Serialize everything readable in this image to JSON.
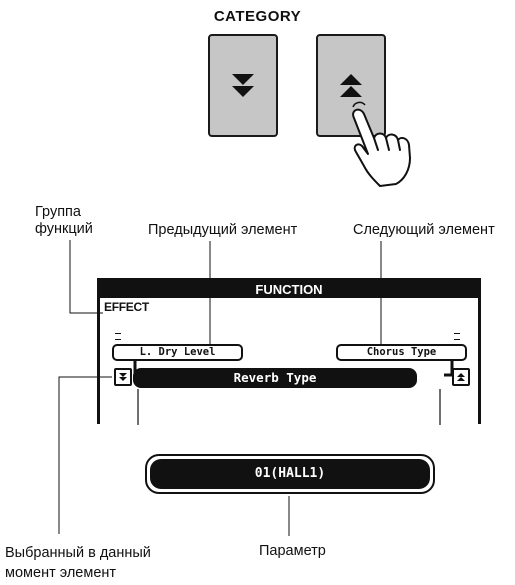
{
  "category_label": "CATEGORY",
  "buttons": {
    "down_icon": "double-chevron-down-icon",
    "up_icon": "double-chevron-up-icon"
  },
  "callouts": {
    "function_group": "Группа\nфункций",
    "previous_item": "Предыдущий элемент",
    "next_item": "Следующий элемент",
    "current_item": "Выбранный в данный\nмомент элемент",
    "parameter": "Параметр"
  },
  "display": {
    "header": "FUNCTION",
    "group": "EFFECT",
    "prev_item": "L. Dry Level",
    "next_item": "Chorus Type",
    "current_item": "Reverb Type",
    "value": "01(HALL1)"
  },
  "colors": {
    "button_fill": "#c6c6c6",
    "lcd_dark": "#111111"
  }
}
